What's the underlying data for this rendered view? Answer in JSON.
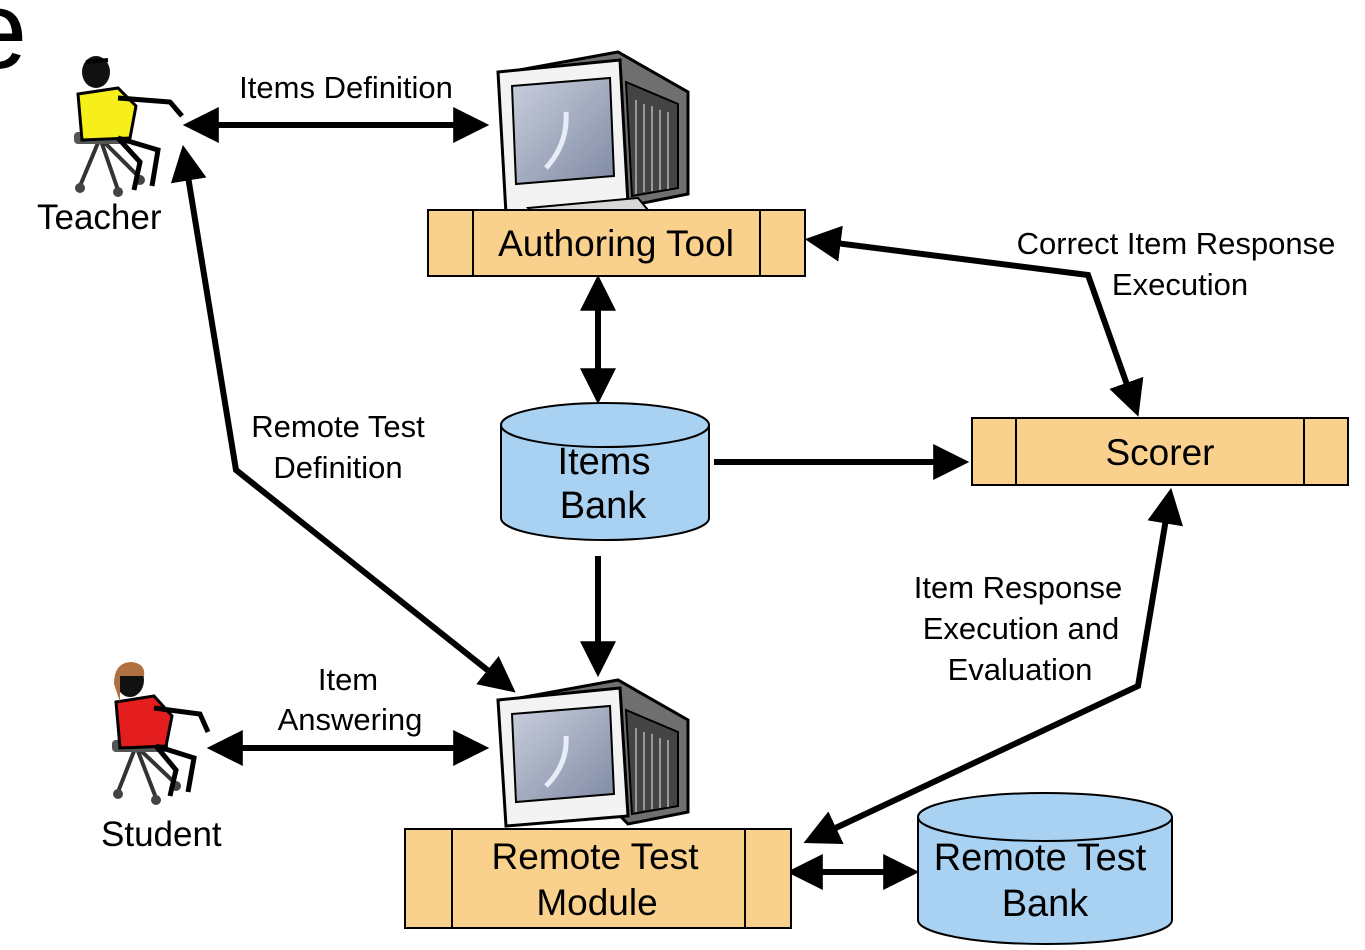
{
  "corner_glyph": "e",
  "actors": {
    "teacher": "Teacher",
    "student": "Student"
  },
  "boxes": {
    "authoring_tool": "Authoring Tool",
    "scorer": "Scorer",
    "remote_test_module_line1": "Remote Test",
    "remote_test_module_line2": "Module"
  },
  "databases": {
    "items_bank_line1": "Items",
    "items_bank_line2": "Bank",
    "remote_test_bank_line1": "Remote Test",
    "remote_test_bank_line2": "Bank"
  },
  "edge_labels": {
    "items_definition": "Items Definition",
    "correct_item_response_line1": "Correct Item Response",
    "correct_item_response_line2": "Execution",
    "remote_test_definition_line1": "Remote Test",
    "remote_test_definition_line2": "Definition",
    "item_answering_line1": "Item",
    "item_answering_line2": "Answering",
    "item_response_eval_line1": "Item Response",
    "item_response_eval_line2": "Execution and",
    "item_response_eval_line3": "Evaluation"
  },
  "colors": {
    "module_fill": "#f9d18c",
    "database_fill": "#a9d2f2",
    "teacher_shirt": "#f7ef1a",
    "student_shirt": "#e41e1e",
    "student_hair": "#b07040",
    "monitor_body": "#f3f3f3",
    "monitor_screen": "#9aa4ba",
    "arrow": "#000000"
  },
  "icons": {
    "teacher": "person-at-desk-icon",
    "student": "person-at-desk-icon",
    "computer": "crt-monitor-icon"
  }
}
